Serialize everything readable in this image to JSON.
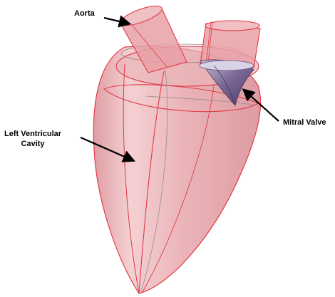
{
  "labels": {
    "aorta": "Aorta",
    "mitral_valve": "Mitral Valve",
    "left_ventricular_line1": "Left Ventricular",
    "left_ventricular_line2": "Cavity"
  },
  "colors": {
    "tissue_fill": "#e8a7ab",
    "tissue_outline": "#e23a45",
    "valve": "#6a5585",
    "arrow": "#000000"
  }
}
